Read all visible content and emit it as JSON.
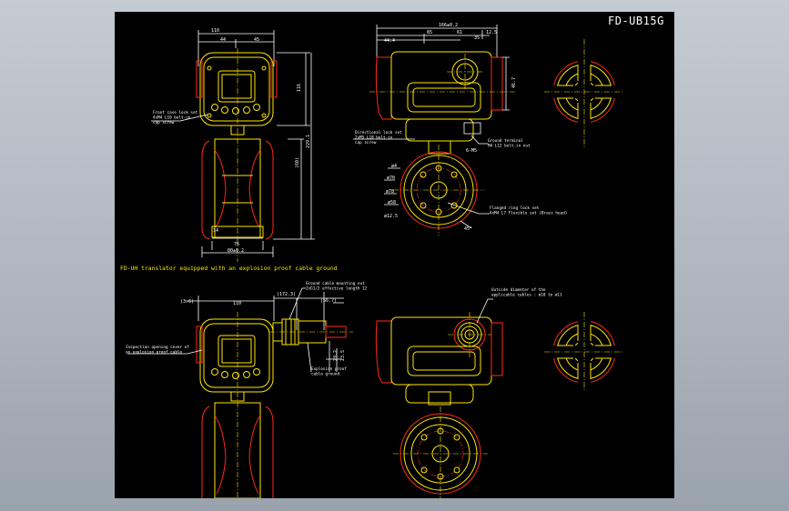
{
  "drawing": {
    "title": "FD-UB15G",
    "section_heading": "FD-UH translator equipped with an explosion proof cable ground"
  },
  "dims": {
    "top_front": {
      "d110": "110",
      "d44": "44",
      "d45": "45",
      "d116": "116",
      "d229": "229.1",
      "d60": "(60)",
      "d14": "14",
      "d76": "76",
      "d80": "80±0.2"
    },
    "top_side": {
      "d166": "166±0.2",
      "d85": "85",
      "d444": "44.4",
      "d61": "61",
      "d35": "35",
      "d125": "12.5",
      "d467": "46.7",
      "d6m5": "6-M5"
    },
    "flange": {
      "d4": "ø4",
      "d70": "ø70",
      "d78": "ø78",
      "d58": "ø58",
      "d125": "ø12.5",
      "d45": "45°"
    },
    "bottom_front": {
      "d36": "(3.6)",
      "d110": "110",
      "d1723": "(172.3)",
      "d567": "(56.7)",
      "d292": "29.2",
      "d235": "23.5"
    }
  },
  "notes": {
    "front_cover": "Front case lock set\n4xM4 L10 bolt-in\ncap screw",
    "ground_term": "Ground terminal\nM4 L12 bolt-in nut",
    "direction_lock": "Directional lock set\n2xM5 L18 bolt-in\ncap screw",
    "flange_lock": "Flanged ring lock set\n4xM4 L7 Flexible set (Brass head)",
    "inspection": "Inspection opening cover of\nan explosion proof cable",
    "cable_nut": "Ground cable mounting nut\n2xG1/2 effective length 12",
    "explosion_ground": "Explosion proof\ncable ground",
    "cable_dia": "Outside diameter of the\napplicable cables : ø10 to ø11"
  },
  "colors": {
    "bg_panel": "#aeb6bf",
    "sheet": "#000000",
    "yellow": "#ffe600",
    "red": "#ff2a1a",
    "white": "#ffffff"
  }
}
